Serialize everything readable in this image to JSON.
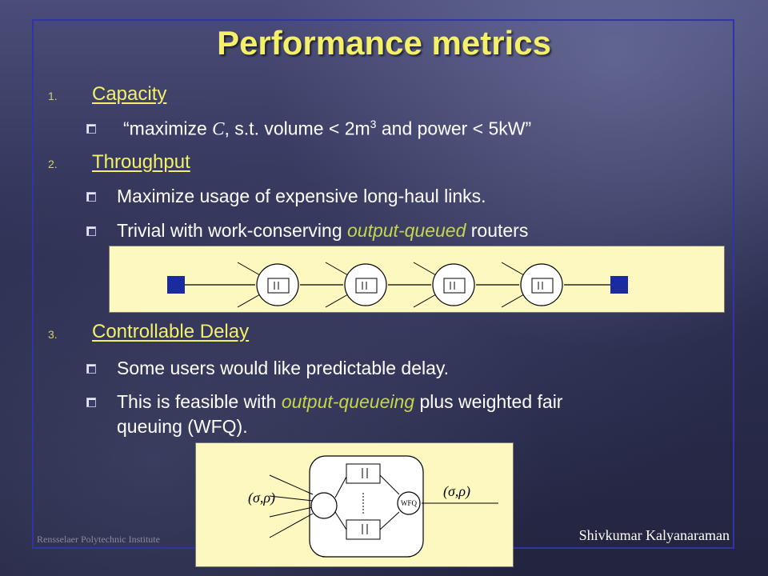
{
  "title": "Performance metrics",
  "sections": [
    {
      "number": "1.",
      "heading": "Capacity",
      "bullets": [
        {
          "pre": "“maximize ",
          "math": "C",
          "mid": ", s.t. volume < 2m",
          "sup": "3",
          "post": " and power < 5kW”"
        }
      ]
    },
    {
      "number": "2.",
      "heading": "Throughput",
      "bullets": [
        {
          "text": "Maximize usage of expensive long-haul links."
        },
        {
          "pre": "Trivial with work-conserving ",
          "accent": "output-queued",
          "post": " routers"
        }
      ]
    },
    {
      "number": "3.",
      "heading": "Controllable Delay",
      "bullets": [
        {
          "text": "Some users would like predictable delay."
        },
        {
          "pre": "This is feasible with ",
          "accent": "output-queueing",
          "post": " plus weighted fair",
          "line2": "queuing (WFQ)."
        }
      ]
    }
  ],
  "diagram2": {
    "input_label": "(σ,ρ)",
    "output_label": "(σ,ρ)",
    "scheduler_label": "WFQ"
  },
  "footer": {
    "left": "Rensselaer Polytechnic Institute",
    "right": "Shivkumar Kalyanaraman"
  },
  "colors": {
    "title": "#f4f06a",
    "accent": "#c6d64a",
    "frame": "#2f34a8",
    "diagram_bg": "#fcf8c0",
    "endpoint": "#1a2ba0"
  }
}
